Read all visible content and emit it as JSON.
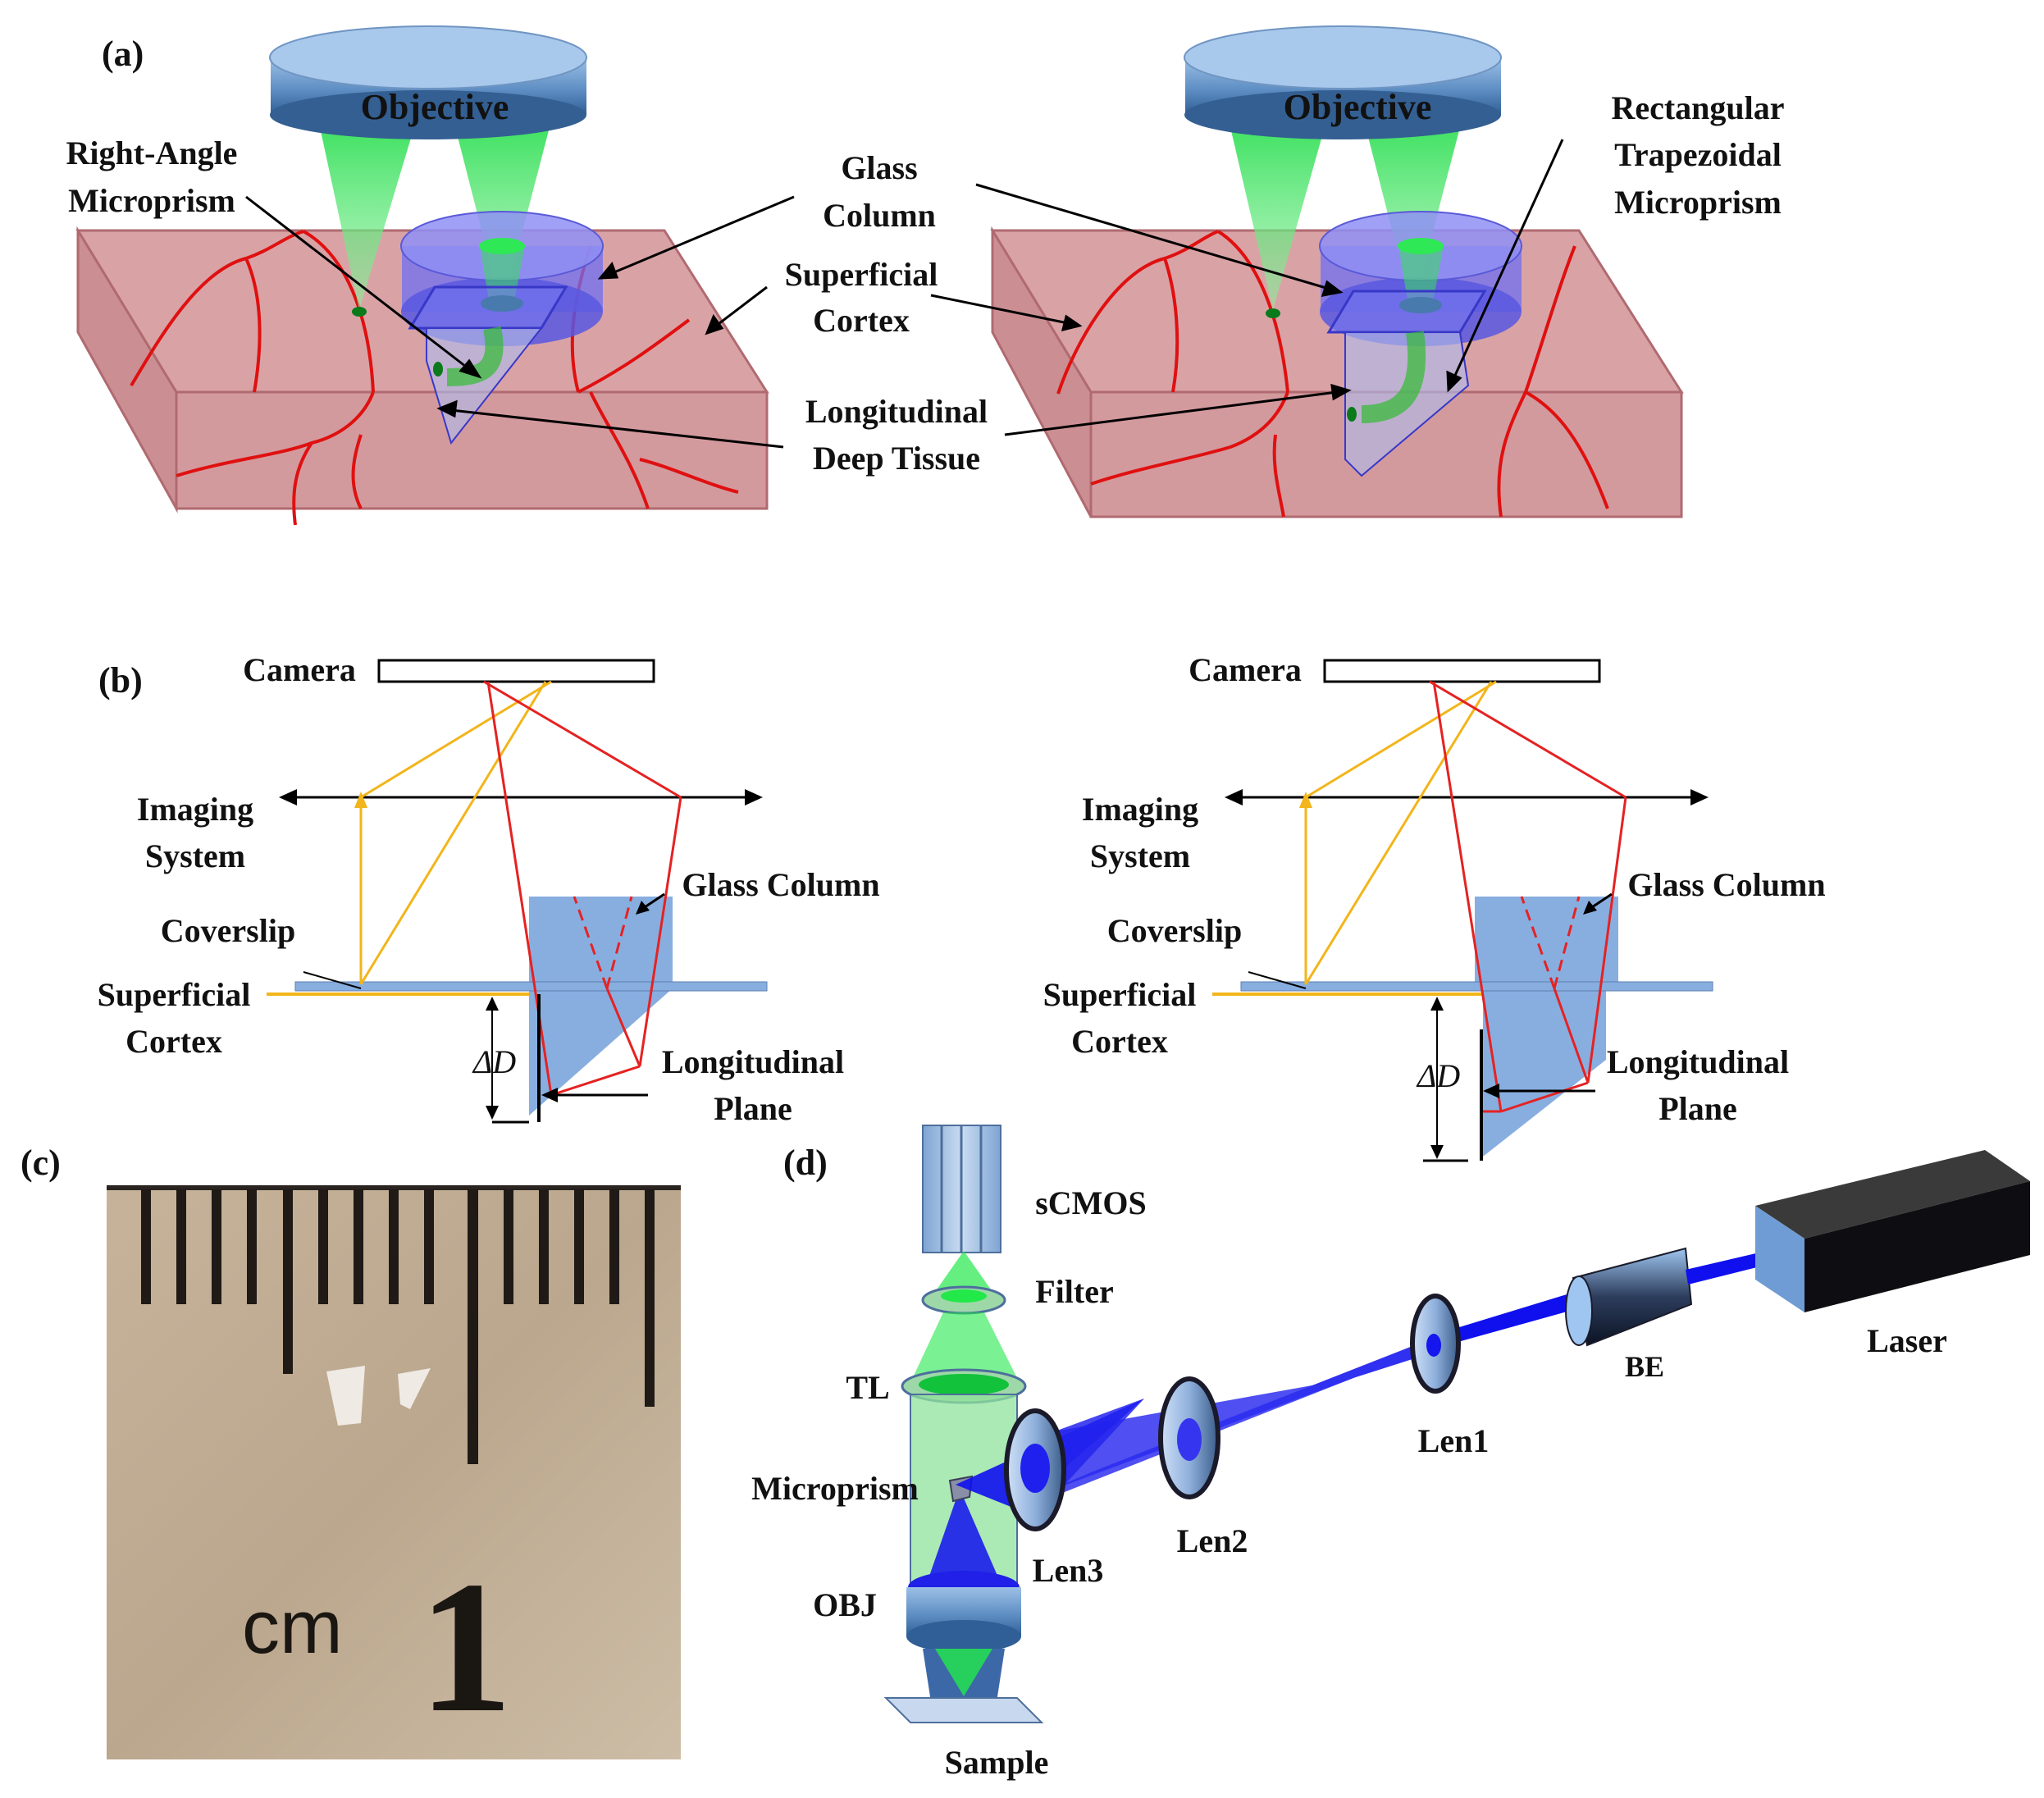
{
  "colors": {
    "tissue": "#d9a3a6",
    "vessel": "#e01010",
    "glass": "#6f6ff0",
    "prism": "#b0b8e8",
    "beam_green": "#22e84a",
    "ray_yellow": "#f2b51b",
    "ray_red": "#e52222",
    "blue_block": "#88aee0",
    "laser_blue": "#1010ee"
  },
  "panel_a": {
    "label": "(a)",
    "left": {
      "objective": "Objective",
      "prism_line1": "Right-Angle",
      "prism_line2": "Microprism"
    },
    "shared": {
      "glass_line1": "Glass",
      "glass_line2": "Column",
      "cortex_line1": "Superficial",
      "cortex_line2": "Cortex",
      "deep_line1": "Longitudinal",
      "deep_line2": "Deep Tissue"
    },
    "right": {
      "objective": "Objective",
      "prism_line1": "Rectangular",
      "prism_line2": "Trapezoidal",
      "prism_line3": "Microprism"
    }
  },
  "panel_b": {
    "label": "(b)",
    "left": {
      "camera": "Camera",
      "imaging_line1": "Imaging",
      "imaging_line2": "System",
      "glass_column": "Glass Column",
      "coverslip": "Coverslip",
      "cortex_line1": "Superficial",
      "cortex_line2": "Cortex",
      "delta": "ΔD",
      "plane_line1": "Longitudinal",
      "plane_line2": "Plane"
    },
    "right": {
      "camera": "Camera",
      "imaging_line1": "Imaging",
      "imaging_line2": "System",
      "glass_column": "Glass Column",
      "coverslip": "Coverslip",
      "cortex_line1": "Superficial",
      "cortex_line2": "Cortex",
      "delta": "ΔD",
      "plane_line1": "Longitudinal",
      "plane_line2": "Plane"
    }
  },
  "panel_c": {
    "label": "(c)",
    "unit": "cm",
    "number": "1"
  },
  "panel_d": {
    "label": "(d)",
    "scmos": "sCMOS",
    "filter": "Filter",
    "tl": "TL",
    "microprism": "Microprism",
    "obj": "OBJ",
    "sample": "Sample",
    "len3": "Len3",
    "len2": "Len2",
    "len1": "Len1",
    "be": "BE",
    "laser": "Laser"
  }
}
